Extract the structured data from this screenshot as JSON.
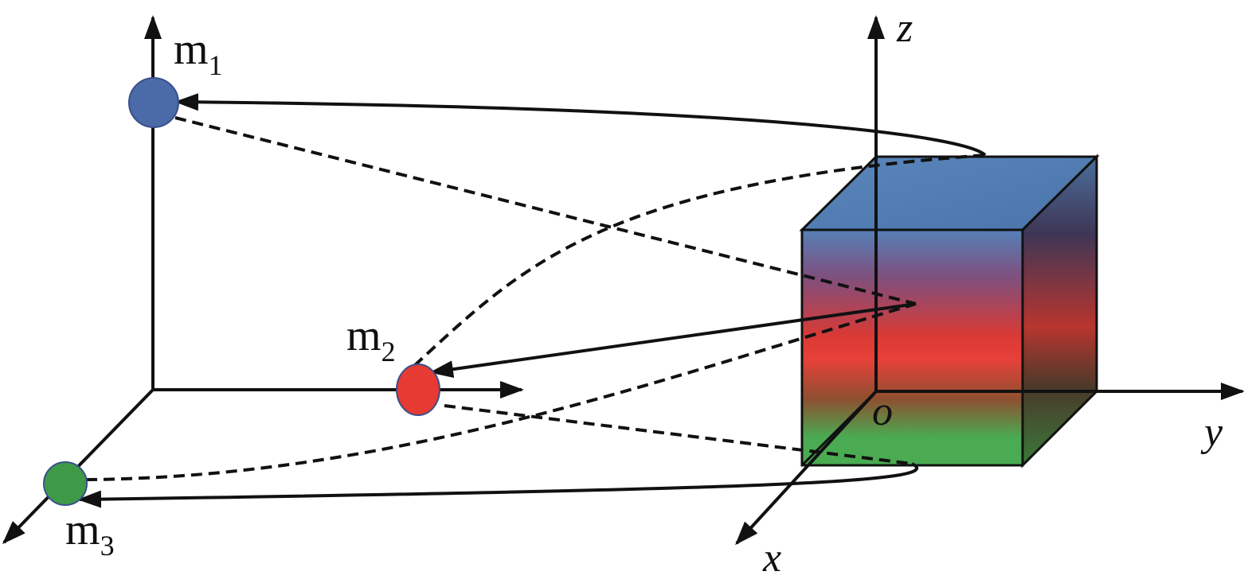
{
  "diagram": {
    "masses": [
      {
        "base": "m",
        "sub": "1",
        "color": "#4a6aa8"
      },
      {
        "base": "m",
        "sub": "2",
        "color": "#e63a33"
      },
      {
        "base": "m",
        "sub": "3",
        "color": "#3f9a48"
      }
    ],
    "axes": {
      "origin": "o",
      "x": "x",
      "y": "y",
      "z": "z"
    },
    "cube_gradient": {
      "top": "#4f7cb4",
      "middle": "#e63a33",
      "bottom": "#44a84c"
    },
    "line_color": "#111111"
  }
}
